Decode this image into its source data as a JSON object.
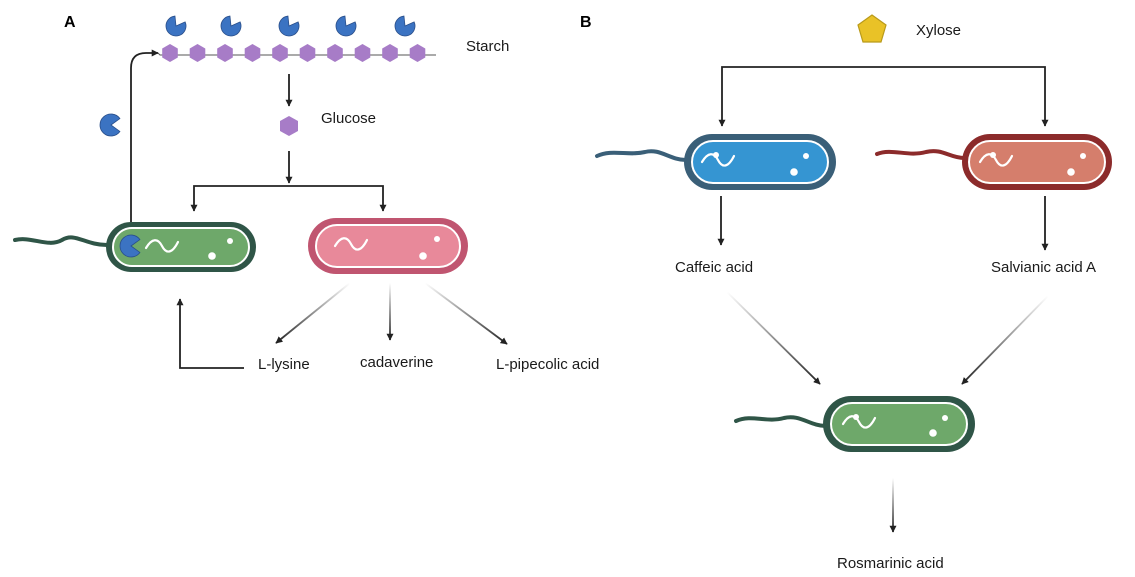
{
  "panels": {
    "a": "A",
    "b": "B"
  },
  "labels": {
    "starch": "Starch",
    "glucose": "Glucose",
    "l_lysine": "L-lysine",
    "cadaverine": "cadaverine",
    "l_pipecolic_acid": "L-pipecolic acid",
    "xylose": "Xylose",
    "caffeic_acid": "Caffeic acid",
    "salvianic_acid_a": "Salvianic acid A",
    "rosmarinic_acid": "Rosmarinic acid"
  },
  "colors": {
    "green_cell": "#6ea86a",
    "green_outline": "#2f5547",
    "pink_cell": "#e8899a",
    "pink_outline": "#c05570",
    "blue_cell": "#3595d2",
    "blue_outline": "#3a5f78",
    "salmon_cell": "#d57e6c",
    "salmon_outline": "#8c2b2b",
    "starch_unit": "#a77cc7",
    "enzyme": "#3b73c2",
    "xylose": "#e9c227",
    "arrow": "#222222"
  }
}
